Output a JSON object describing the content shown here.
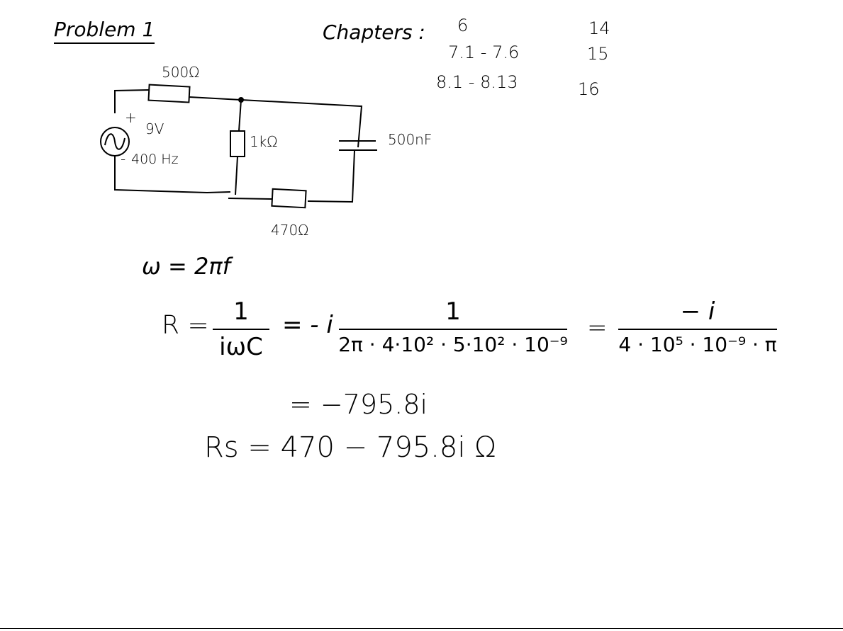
{
  "title": "Problem 1",
  "chapters": {
    "label": "Chapters :",
    "rows": [
      {
        "range": "6",
        "number": "14"
      },
      {
        "range": "7.1 - 7.6",
        "number": "15"
      },
      {
        "range": "8.1 - 8.13",
        "number": "16"
      }
    ]
  },
  "circuit": {
    "r1": "500Ω",
    "r2": "1kΩ",
    "r3": "470Ω",
    "capacitor": "500nF",
    "source_plus": "+",
    "source_minus": "-",
    "source_voltage": "9V",
    "source_frequency": "400 Hz"
  },
  "equations": {
    "omega": "ω = 2πf",
    "r_lhs": "R =",
    "f1_num": "1",
    "f1_den": "iωC",
    "eq2": "= - i",
    "f2_num": "1",
    "f2_den": "2π · 4·10² · 5·10² · 10⁻⁹",
    "eq3": "=",
    "f3_num": "− i",
    "f3_den": "4 · 10⁵ · 10⁻⁹ · π",
    "result": "= −795.8i",
    "rs": "Rs = 470 − 795.8i Ω"
  }
}
